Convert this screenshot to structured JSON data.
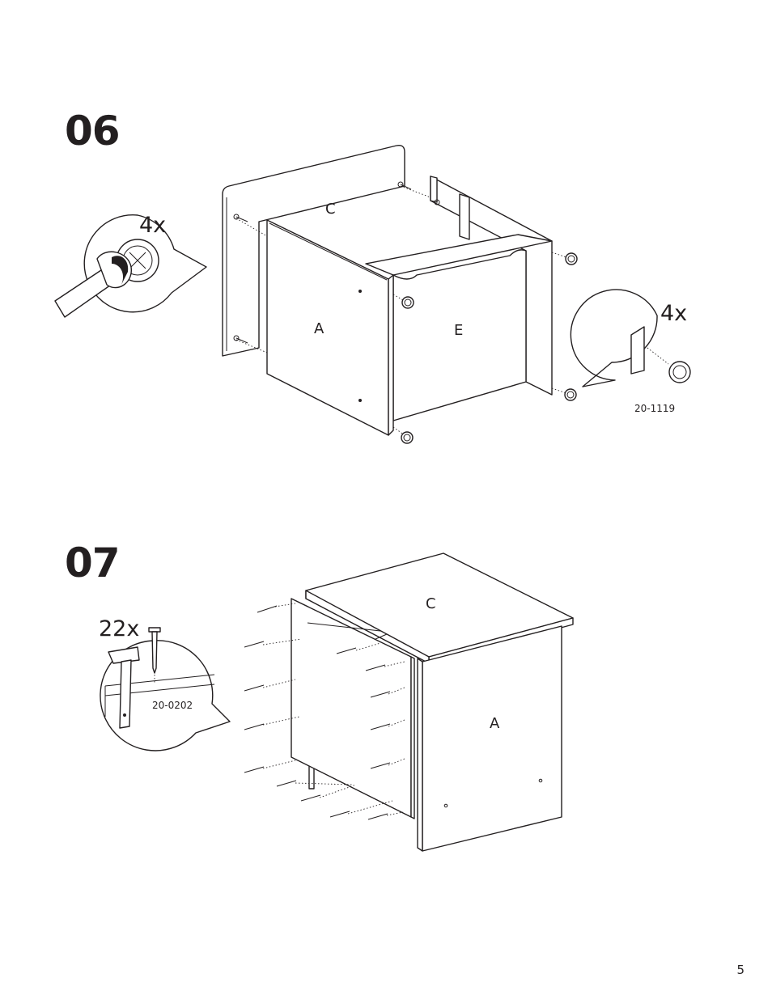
{
  "steps": [
    {
      "number": "06",
      "parts": {
        "top": "C",
        "side": "A",
        "back": "E"
      },
      "callout_left": {
        "quantity": "4x",
        "tool": "screwdriver"
      },
      "callout_right": {
        "quantity": "4x",
        "part_code": "20-1119"
      }
    },
    {
      "number": "07",
      "parts": {
        "top": "C",
        "side": "A"
      },
      "callout_left": {
        "quantity": "22x",
        "part_code": "20-0202",
        "tool": "hammer"
      }
    }
  ],
  "page_number": "5",
  "icons": [
    "screwdriver-icon",
    "cam-lock-icon",
    "furniture-glide-icon",
    "hammer-icon",
    "nail-icon"
  ]
}
